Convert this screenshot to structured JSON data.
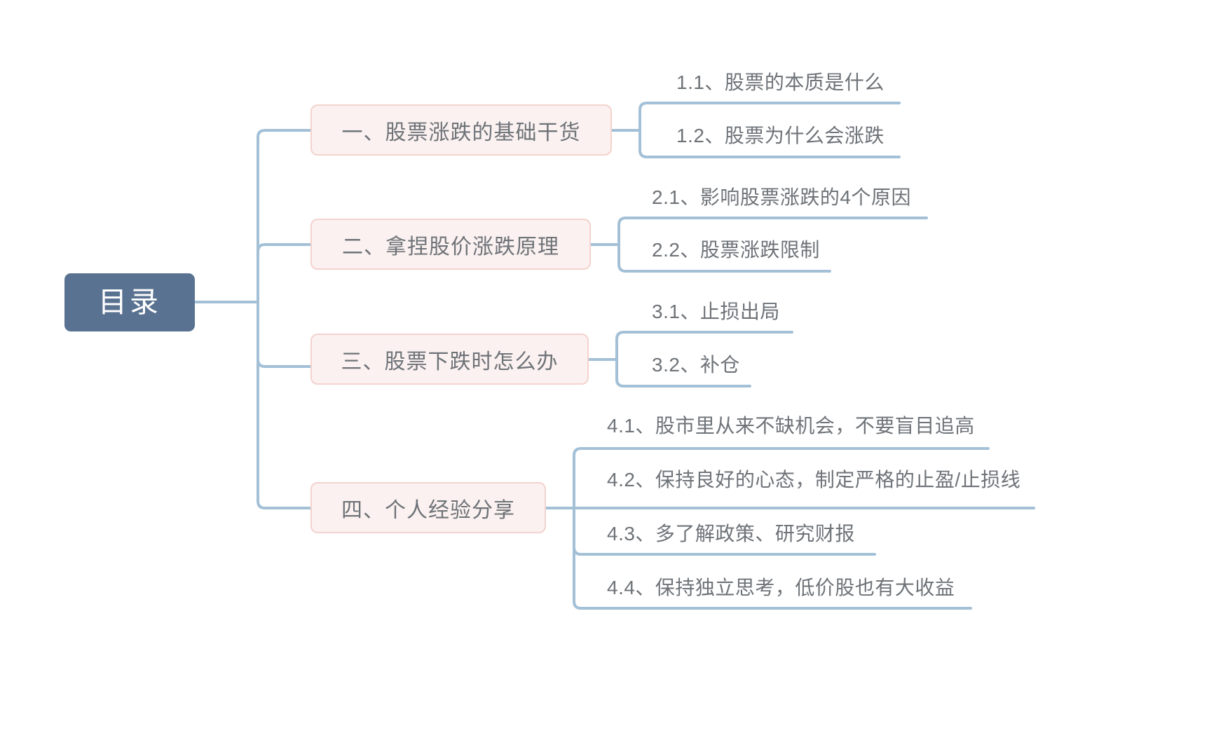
{
  "mindmap": {
    "root": {
      "label": "目录"
    },
    "branches": [
      {
        "label": "一、股票涨跌的基础干货",
        "children": [
          {
            "label": "1.1、股票的本质是什么"
          },
          {
            "label": "1.2、股票为什么会涨跌"
          }
        ]
      },
      {
        "label": "二、拿捏股价涨跌原理",
        "children": [
          {
            "label": "2.1、影响股票涨跌的4个原因"
          },
          {
            "label": "2.2、股票涨跌限制"
          }
        ]
      },
      {
        "label": "三、股票下跌时怎么办",
        "children": [
          {
            "label": "3.1、止损出局"
          },
          {
            "label": "3.2、补仓"
          }
        ]
      },
      {
        "label": "四、个人经验分享",
        "children": [
          {
            "label": "4.1、股市里从来不缺机会，不要盲目追高"
          },
          {
            "label": "4.2、保持良好的心态，制定严格的止盈/止损线"
          },
          {
            "label": "4.3、多了解政策、研究财报"
          },
          {
            "label": "4.4、保持独立思考，低价股也有大收益"
          }
        ]
      }
    ],
    "colors": {
      "root_fill": "#5a7291",
      "root_text": "#ffffff",
      "branch_fill": "#fbf1f0",
      "branch_border": "#f3d3ce",
      "branch_text": "#6e7378",
      "leaf_text": "#6e7378",
      "connector": "#a3c0d6",
      "background": "#ffffff"
    }
  }
}
